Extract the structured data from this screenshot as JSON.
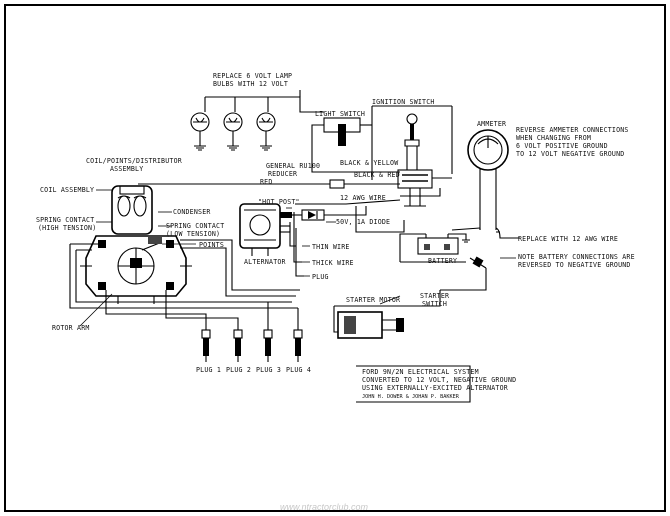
{
  "diagram": {
    "labels": {
      "lamps": "REPLACE 6 VOLT LAMP",
      "lamps2": "BULBS WITH 12 VOLT",
      "light_switch": "LIGHT SWITCH",
      "ignition_switch": "IGNITION SWITCH",
      "ammeter": "AMMETER",
      "reverse1": "REVERSE AMMETER CONNECTIONS",
      "reverse2": "WHEN CHANGING FROM",
      "reverse3": "6 VOLT POSITIVE GROUND",
      "reverse4": "TO 12 VOLT NEGATIVE GROUND",
      "coil_points1": "COIL/POINTS/DISTRIBUTOR",
      "coil_points2": "ASSEMBLY",
      "general_ru100a": "GENERAL RU100",
      "general_ru100b": "REDUCER",
      "black_yellow": "BLACK & YELLOW",
      "black_red": "BLACK & RED",
      "red": "RED",
      "coil_assembly": "COIL ASSEMBLY",
      "hot_post": "\"HOT POST\"",
      "awg12": "12 AWG WIRE",
      "condenser": "CONDENSER",
      "spring_ht1": "SPRING CONTACT",
      "spring_ht2": "(HIGH TENSION)",
      "spring_lt1": "SPRING CONTACT",
      "spring_lt2": "(LOW TENSION)",
      "diode": "50V, 1A DIODE",
      "points": "POINTS",
      "thin_wire": "THIN WIRE",
      "replace_12awg": "REPLACE WITH 12 AWG WIRE",
      "alternator": "ALTERNATOR",
      "thick_wire": "THICK WIRE",
      "battery": "BATTERY",
      "note1": "NOTE BATTERY CONNECTIONS ARE",
      "note2": "REVERSED TO NEGATIVE GROUND",
      "plug_lbl": "PLUG",
      "starter_switch1": "STARTER",
      "starter_switch2": "SWITCH",
      "starter_motor": "STARTER MOTOR",
      "rotor_arm": "ROTOR ARM",
      "title1": "FORD 9N/2N ELECTRICAL SYSTEM",
      "title2": "CONVERTED TO 12 VOLT, NEGATIVE GROUND",
      "title3": "USING EXTERNALLY-EXCITED ALTERNATOR",
      "credits": "JOHN H. DOWER & JOHAN P. BAKKER",
      "plug1": "PLUG 1",
      "plug2": "PLUG 2",
      "plug3": "PLUG 3",
      "plug4": "PLUG 4"
    },
    "watermark": "www.ntractorclub.com"
  }
}
